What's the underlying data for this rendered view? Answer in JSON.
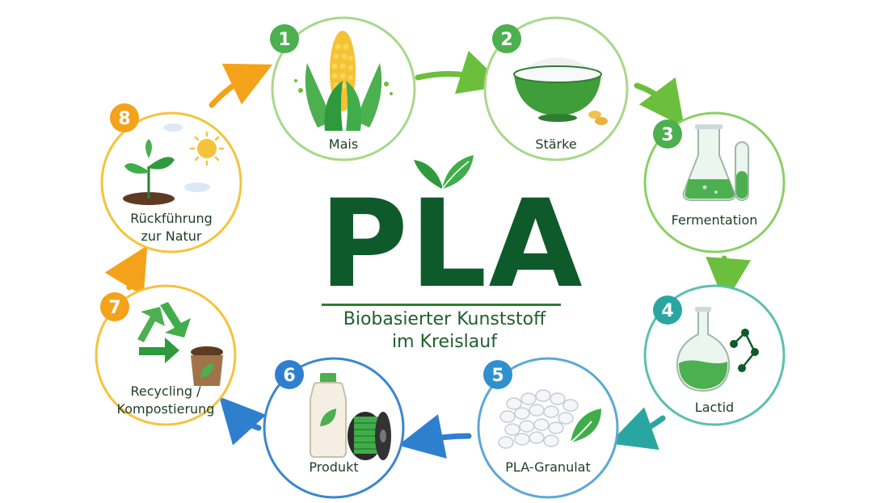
{
  "title": "PLA",
  "subtitle_lines": [
    "Biobasierter Kunststoff",
    "im Kreislauf"
  ],
  "colors": {
    "dark_green": "#0f5a2b",
    "green": "#6cbf3c",
    "light_green": "#a8d88a",
    "teal": "#2aa6a0",
    "blue": "#2f7fcf",
    "orange": "#f4a21a",
    "yellow": "#f5c33b"
  },
  "steps": [
    {
      "number": "1",
      "label_lines": [
        "Mais"
      ],
      "icon": "corn-icon"
    },
    {
      "number": "2",
      "label_lines": [
        "Stärke"
      ],
      "icon": "starch-bowl-icon"
    },
    {
      "number": "3",
      "label_lines": [
        "Fermentation"
      ],
      "icon": "lab-flask-icon"
    },
    {
      "number": "4",
      "label_lines": [
        "Lactid"
      ],
      "icon": "molecule-flask-icon"
    },
    {
      "number": "5",
      "label_lines": [
        "PLA-Granulat"
      ],
      "icon": "granules-icon"
    },
    {
      "number": "6",
      "label_lines": [
        "Produkt"
      ],
      "icon": "bottle-spool-icon"
    },
    {
      "number": "7",
      "label_lines": [
        "Recycling /",
        "Kompostierung"
      ],
      "icon": "recycle-icon"
    },
    {
      "number": "8",
      "label_lines": [
        "Rückführung",
        "zur Natur"
      ],
      "icon": "sprout-sun-icon"
    }
  ]
}
